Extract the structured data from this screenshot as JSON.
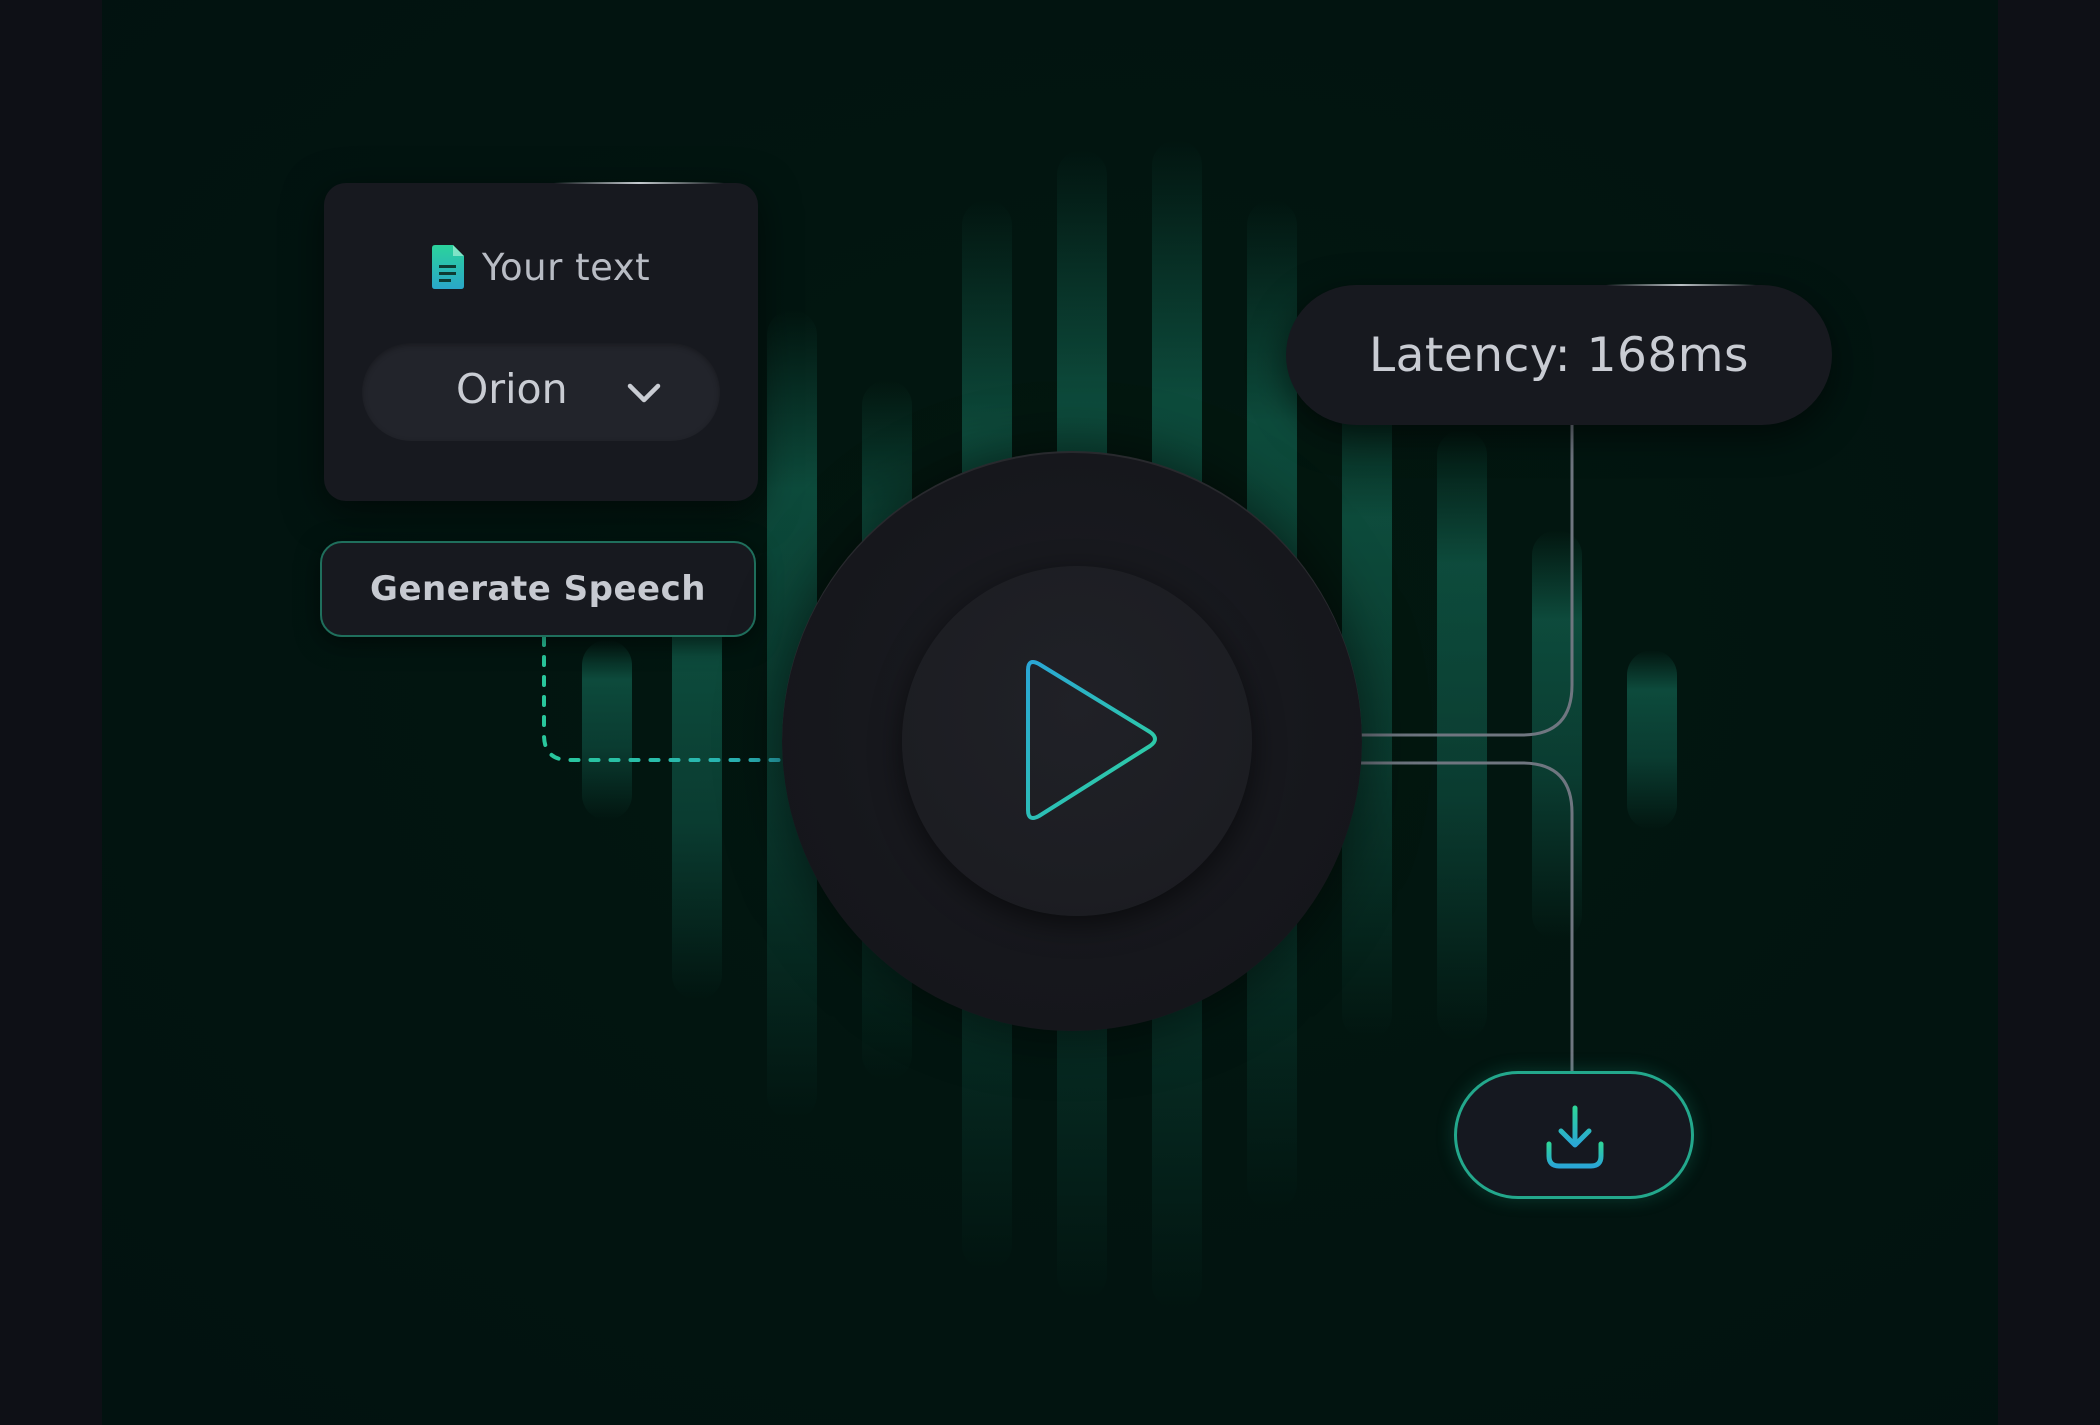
{
  "input_card": {
    "title": "Your text",
    "title_icon": "document-icon",
    "voice_select": {
      "value": "Orion",
      "icon": "chevron-down-icon"
    }
  },
  "generate_button": {
    "label": "Generate Speech"
  },
  "player": {
    "icon": "play-icon"
  },
  "latency": {
    "label": "Latency: 168ms"
  },
  "download_button": {
    "icon": "download-icon"
  },
  "colors": {
    "background": "#021510",
    "outer_frame": "#0e1016",
    "card": "#17191f",
    "accent_teal": "#23a88c",
    "accent_cyan": "#2bb6d6",
    "text": "#c9ccd3"
  }
}
